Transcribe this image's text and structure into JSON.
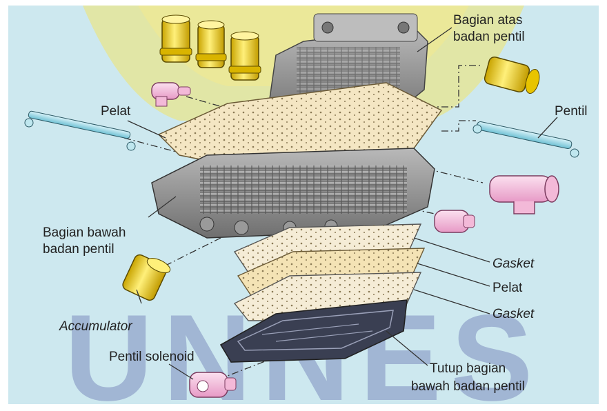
{
  "diagram": {
    "labels": {
      "upper_body_line1": "Bagian atas",
      "upper_body_line2": "badan pentil",
      "plate_top": "Pelat",
      "valve_right": "Pentil",
      "lower_body_line1": "Bagian bawah",
      "lower_body_line2": "badan pentil",
      "gasket_1": "Gasket",
      "plate_2": "Pelat",
      "gasket_2": "Gasket",
      "accumulator": "Accumulator",
      "solenoid_valve": "Pentil solenoid",
      "lower_cover_line1": "Tutup bagian",
      "lower_cover_line2": "bawah badan pentil"
    },
    "watermark": {
      "text": "UNNES"
    },
    "colors": {
      "background": "#cde8ef",
      "frame_yellow": "#f2e36a",
      "plate": "#f4e6c3",
      "valve_body": "#8c8c8c",
      "accumulator": "#f2d21a",
      "solenoid": "#f6c6e0",
      "rod": "#9fd9e6",
      "watermark": "#5b67a9"
    }
  }
}
